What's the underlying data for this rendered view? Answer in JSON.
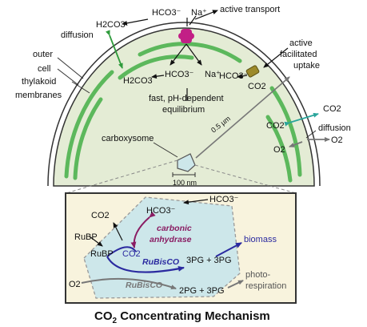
{
  "title": {
    "main": "CO",
    "sub": "2",
    "rest": " Concentrating Mechanism"
  },
  "labels": {
    "hco3_top": "HCO3⁻",
    "na_top": "Na⁺",
    "active_transport": "active transport",
    "h2co3_top": "H2CO3",
    "diffusion_left": "diffusion",
    "outer": "outer",
    "cell": "cell",
    "thylakoid": "thylakoid",
    "membranes": "membranes",
    "h2co3_inner": "H2CO3",
    "hco3_inner": "HCO3⁻",
    "na_inner": "Na⁺",
    "fast_eq_1": "fast, pH-dependent",
    "fast_eq_2": "equilibrium",
    "active_fac_1": "active",
    "active_fac_2": "facilitated",
    "active_fac_3": "uptake",
    "hco3_right": "HCO3⁻",
    "co2_right_inner": "CO2",
    "co2_outside": "CO2",
    "co2_mem": "CO2",
    "diffusion_right": "diffusion",
    "o2_left": "O2",
    "o2_right": "O2",
    "scale_05": "0.5 µm",
    "carboxysome": "carboxysome",
    "scale_100": "100 nm"
  },
  "inset": {
    "hco3": "HCO3⁻",
    "co2_topleft": "CO2",
    "hco3_center": "HCO3⁻",
    "carbonic_1": "carbonic",
    "carbonic_2": "anhydrase",
    "rubp_1": "RuBP",
    "rubp_2": "RuBP",
    "co2_center": "CO2",
    "rubisco_1": "RuBisCO",
    "pg3": "3PG + 3PG",
    "biomass": "biomass",
    "o2": "O2",
    "rubisco_2": "RuBisCO",
    "pg2": "2PG + 3PG",
    "photo_1": "photo-",
    "photo_2": "respiration"
  },
  "colors": {
    "cytoplasm": "#e4ecd5",
    "membrane_green": "#5cb85c",
    "carboxysome_fill": "#cde7ea",
    "inset_bg": "#f8f3dd",
    "transporter": "#c21f86",
    "teal_arrow": "#2aa59b",
    "green_arrow": "#2f9b3c",
    "purple_ca": "#8a1d63",
    "blue_rubisco": "#2b2aa0",
    "grey": "#777777"
  }
}
